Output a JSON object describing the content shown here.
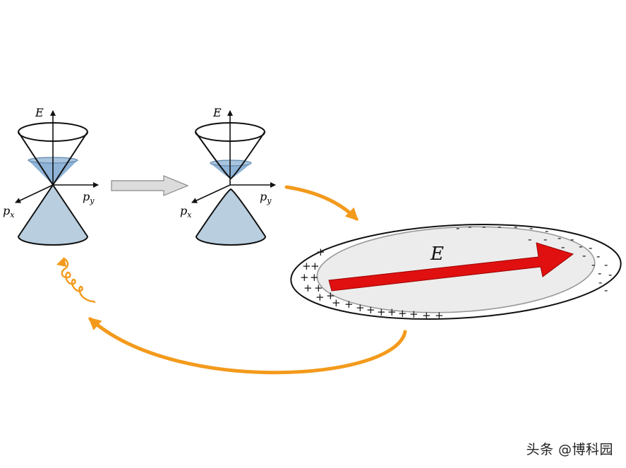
{
  "labels": {
    "energy": "E",
    "px": "p",
    "px_sub": "x",
    "py": "p",
    "py_sub": "y",
    "field": "E"
  },
  "charges": {
    "positive": "+",
    "negative": "-"
  },
  "watermark": "头条 @博科园",
  "colors": {
    "cone_fill": "#b9cfe0",
    "fermi_fill": "#8fb3d6",
    "cone_stroke": "#111111",
    "orange_arrow": "#f39a1c",
    "field_arrow": "#e01010",
    "disk_fill": "#ececec",
    "disk_inner_stroke": "#999999",
    "transition_arrow": "#d9d9d9"
  },
  "icons": [
    "energy-axis-arrow-icon",
    "momentum-axis-arrow-icon",
    "transition-arrow-icon",
    "curved-orange-arrow-icon",
    "wavy-photon-icon",
    "electric-field-arrow-icon"
  ]
}
